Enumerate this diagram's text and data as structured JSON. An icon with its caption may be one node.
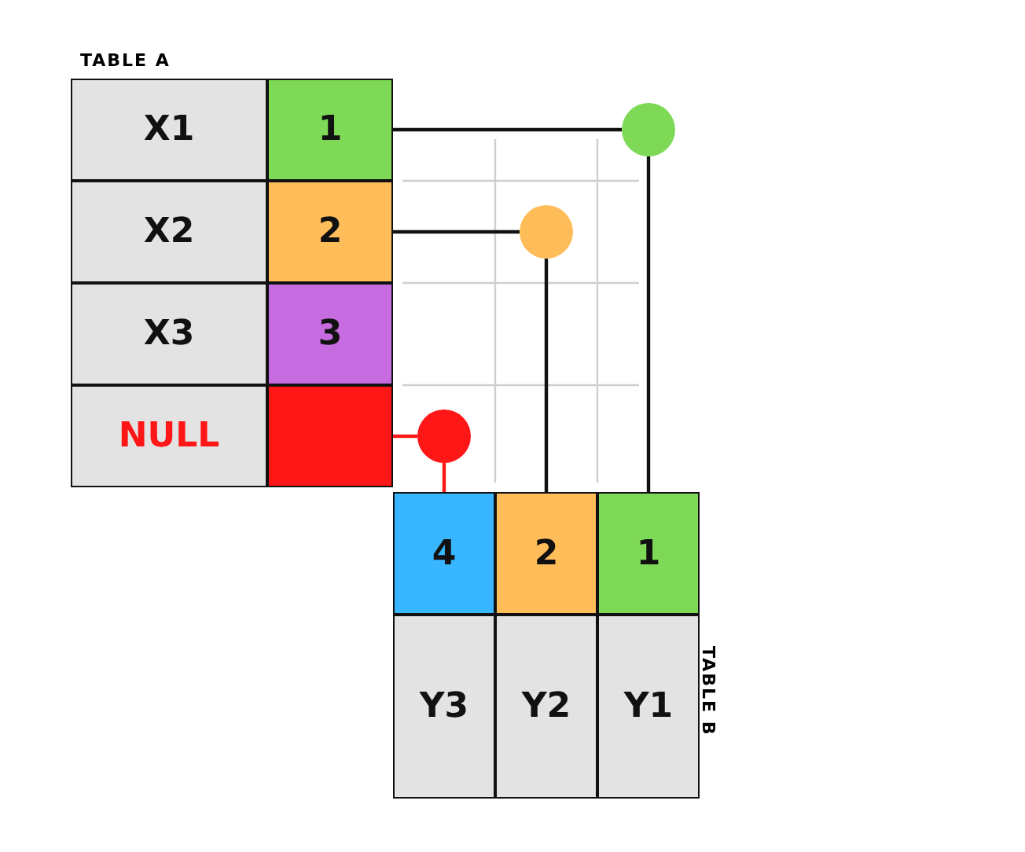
{
  "diagram": {
    "nodes": [
      {
        "text": [],
        "shape": "circle"
      },
      {
        "text": [],
        "shape": "circle"
      },
      {
        "text": [],
        "shape": "circle"
      },
      {
        "text": [
          "TABLE A"
        ]
      },
      {
        "text": [
          "1"
        ],
        "in": 3
      },
      {
        "text": [
          "X1"
        ],
        "in": 3
      },
      {
        "text": [
          "2"
        ],
        "in": 3
      },
      {
        "text": [
          "X2"
        ],
        "in": 3
      },
      {
        "text": [
          "3"
        ],
        "in": 3
      },
      {
        "text": [
          "X3"
        ],
        "in": 3
      },
      {
        "text": [],
        "shape": "box",
        "in": 3
      },
      {
        "text": [
          "NULL"
        ],
        "in": 3
      },
      {
        "text": [
          "TABLE B"
        ]
      },
      {
        "text": [
          "1"
        ],
        "in": 12
      },
      {
        "text": [
          "Y1"
        ],
        "in": 12
      },
      {
        "text": [
          "2"
        ],
        "in": 12
      },
      {
        "text": [
          "Y2"
        ],
        "in": 12
      },
      {
        "text": [
          "4"
        ],
        "in": 12
      },
      {
        "text": [
          "Y3"
        ],
        "in": 12
      }
    ],
    "edges": [
      {
        "from": 4,
        "to": 0,
        "arrow": "none"
      },
      {
        "from": 0,
        "to": 13,
        "arrow": "none"
      },
      {
        "from": 6,
        "to": 1,
        "arrow": "none"
      },
      {
        "from": 1,
        "to": 15,
        "arrow": "none"
      },
      {
        "from": 10,
        "to": 2,
        "arrow": "none",
        "color": "#ff1616"
      },
      {
        "from": 2,
        "to": 17,
        "arrow": "none",
        "color": "#ff1616"
      }
    ]
  }
}
